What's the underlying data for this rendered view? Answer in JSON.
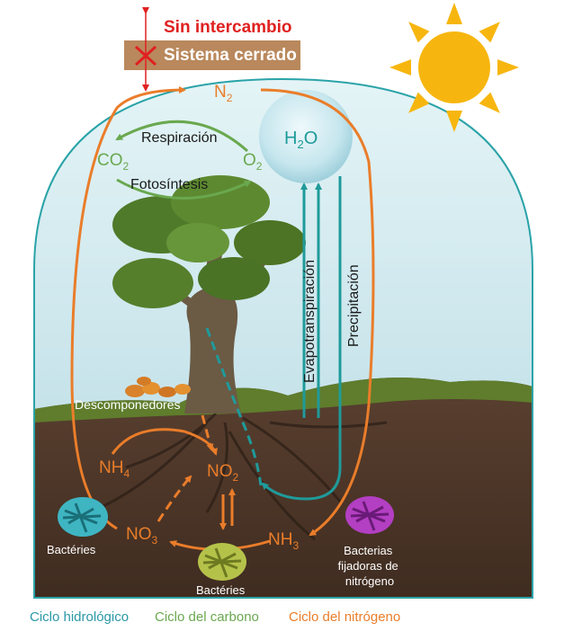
{
  "header": {
    "no_exchange": "Sin intercambio",
    "closed_system": "Sistema cerrado"
  },
  "nitrogen": {
    "n2": "N",
    "n2_sub": "2",
    "nh4": "NH",
    "nh4_sub": "4",
    "no2": "NO",
    "no2_sub": "2",
    "no3": "NO",
    "no3_sub": "3",
    "nh3": "NH",
    "nh3_sub": "3"
  },
  "carbon": {
    "respiration": "Respiración",
    "photosynthesis": "Fotosíntesis",
    "co2": "CO",
    "co2_sub": "2",
    "o2": "O",
    "o2_sub": "2"
  },
  "water": {
    "h2o": "H",
    "h2o_sub": "2",
    "h2o_o": "O",
    "evapotranspiration": "Evapotranspiración",
    "precipitation": "Precipitación"
  },
  "organisms": {
    "decomposers": "Descomponedores",
    "bacteria_left": "Bactéries",
    "bacteria_bottom": "Bactéries",
    "fixers_line1": "Bacterias",
    "fixers_line2": "fijadoras de",
    "fixers_line3": "nitrógeno"
  },
  "legend": {
    "hydrologic": "Ciclo hidrológico",
    "carbon": "Ciclo del carbono",
    "nitrogen": "Ciclo del nitrógeno"
  },
  "colors": {
    "red": "#e02020",
    "orange": "#ea7d2a",
    "green": "#6aa84f",
    "teal": "#1f9a9a",
    "dome": "#2aa3a8",
    "sun": "#f7b60f"
  },
  "icons": [
    "sun-icon",
    "cross-icon",
    "water-droplet-icon",
    "tree-icon",
    "mushroom-icon",
    "bacteria-icon"
  ]
}
